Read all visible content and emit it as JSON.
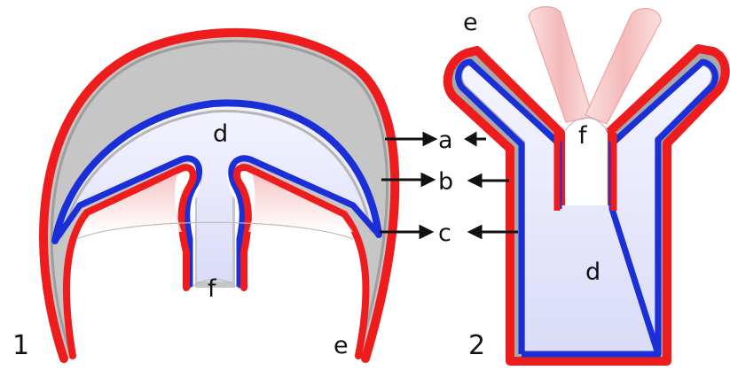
{
  "diagram": {
    "figure_numbers": {
      "left": "1",
      "right": "2"
    },
    "labels": {
      "a": "a",
      "b": "b",
      "c": "c",
      "d_left": "d",
      "d_right": "d",
      "e_left": "e",
      "e_right": "e",
      "f_left": "f",
      "f_right": "f"
    },
    "colors": {
      "outer_layer": "#ee1c1c",
      "inner_layer": "#1a2fd8",
      "gap": "#a9a9a9",
      "cavity": "#eef0fd",
      "mesoglea": "#c8c8c8",
      "tentacle": "#f7c9c9"
    }
  }
}
